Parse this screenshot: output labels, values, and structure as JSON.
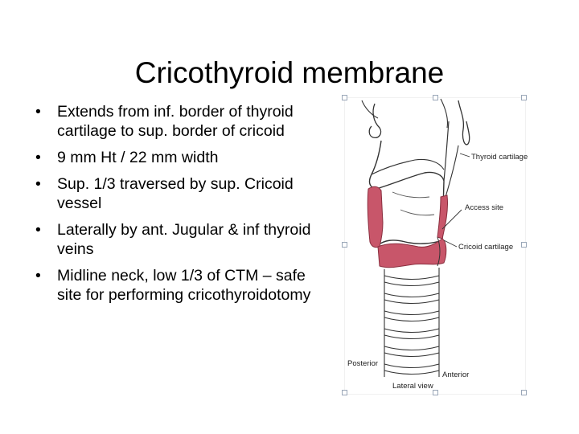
{
  "slide": {
    "title": "Cricothyroid membrane",
    "bullets": [
      "Extends from inf. border of thyroid cartilage to sup. border of cricoid",
      "9 mm Ht / 22 mm width",
      "Sup. 1/3 traversed by sup. Cricoid vessel",
      "Laterally by ant. Jugular & inf thyroid veins",
      "Midline neck, low 1/3 of CTM – safe site for performing cricothyroidotomy"
    ],
    "bullet_glyph": "•"
  },
  "figure": {
    "labels": {
      "thyroid_cartilage": "Thyroid cartilage",
      "access_site": "Access site",
      "cricoid_cartilage": "Cricoid cartilage",
      "posterior": "Posterior",
      "anterior": "Anterior",
      "caption": "Lateral view"
    },
    "colors": {
      "membrane": "#c8566a",
      "outline": "#333333",
      "background": "#ffffff"
    }
  }
}
